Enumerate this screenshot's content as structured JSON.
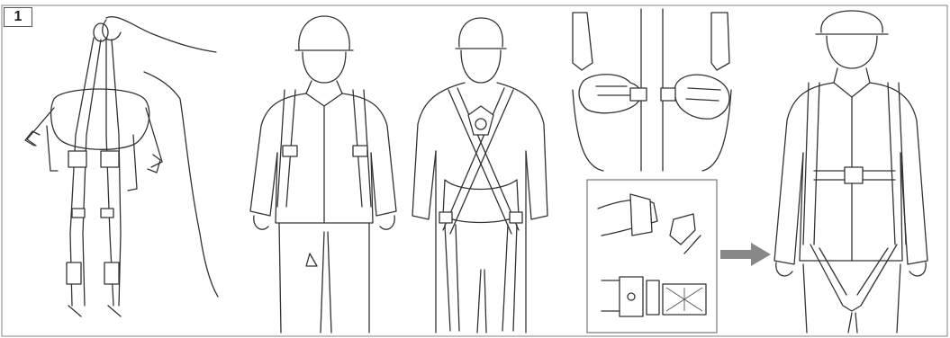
{
  "step": {
    "number": "1"
  },
  "icons": {
    "panel1": "harness-held-up-by-dorsal-ring",
    "panel2": "worker-shoulder-straps-front",
    "panel3": "worker-back-view-harness",
    "panel4": "chest-buckle-connect",
    "panel5": "buckle-detail-inset",
    "arrow": "arrow-right-icon",
    "panel6": "worker-fully-fitted-harness"
  },
  "colors": {
    "line": "#333333",
    "frame": "#999999",
    "arrow": "#888888"
  }
}
